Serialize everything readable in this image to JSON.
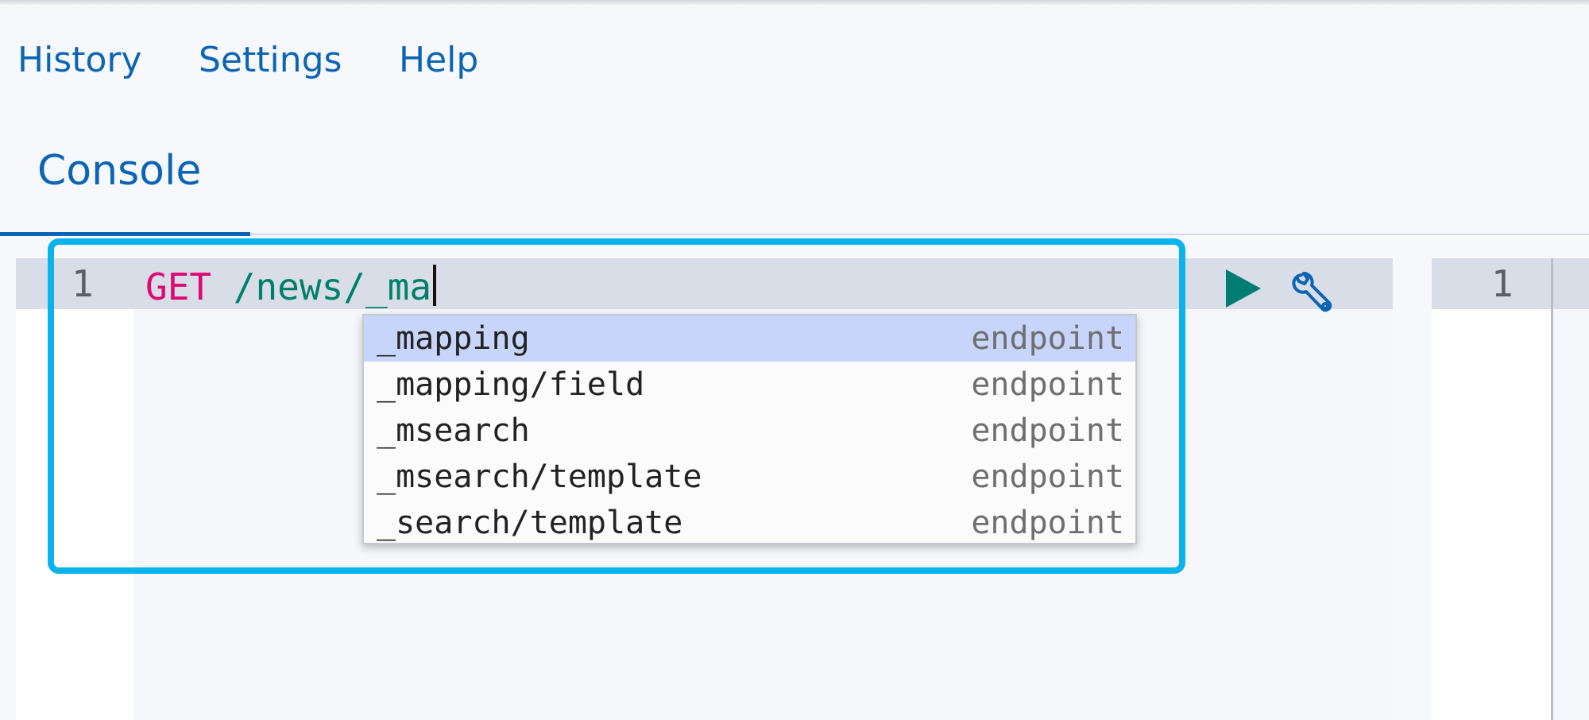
{
  "nav": {
    "history": "History",
    "settings": "Settings",
    "help": "Help"
  },
  "tabs": {
    "console": "Console"
  },
  "editor": {
    "line_number": "1",
    "method": "GET",
    "path": "/news/_ma"
  },
  "actions": {
    "send_icon": "play-icon",
    "settings_icon": "wrench-icon"
  },
  "autocomplete": {
    "items": [
      {
        "label": "_mapping",
        "type": "endpoint"
      },
      {
        "label": "_mapping/field",
        "type": "endpoint"
      },
      {
        "label": "_msearch",
        "type": "endpoint"
      },
      {
        "label": "_msearch/template",
        "type": "endpoint"
      },
      {
        "label": "_search/template",
        "type": "endpoint"
      }
    ]
  },
  "output": {
    "line_number": "1"
  },
  "colors": {
    "accent": "#0b64b4",
    "highlight": "#0bb3ec",
    "method": "#dd0a73",
    "url": "#00806b",
    "run": "#017d73"
  }
}
